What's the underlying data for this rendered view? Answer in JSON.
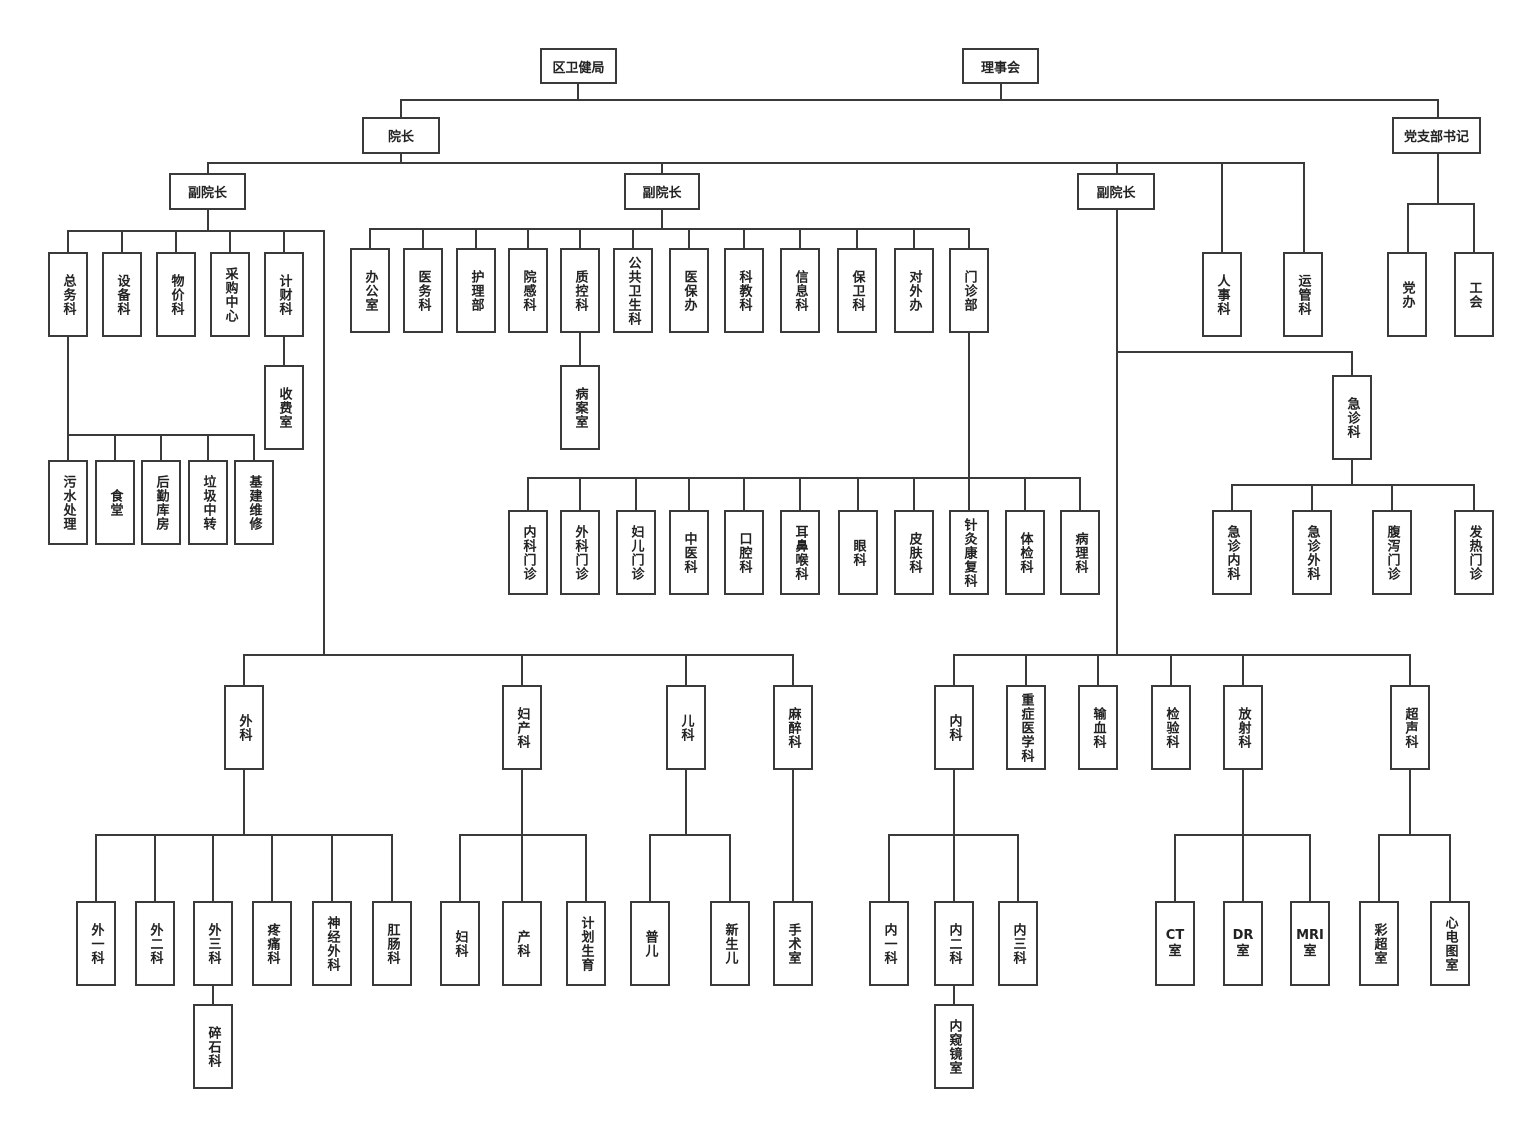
{
  "colors": {
    "line": "#3a3a3a",
    "box_border": "#3a3a3a",
    "text": "#222222",
    "background": "#ffffff"
  },
  "nodes": {
    "qwjj": "区卫健局",
    "lsh": "理事会",
    "yz": "院长",
    "dzbsj": "党支部书记",
    "fyz1": "副院长",
    "fyz2": "副院长",
    "fyz3": "副院长",
    "zwk": "总务科",
    "sbk": "设备科",
    "wjk": "物价科",
    "cgzx": "采购中心",
    "jck": "计财科",
    "sfs": "收费室",
    "wscl": "污水处理",
    "st": "食堂",
    "hqkf": "后勤库房",
    "ljzz": "垃圾中转",
    "jjwx": "基建维修",
    "bgs": "办公室",
    "ywk": "医务科",
    "hlb": "护理部",
    "ygk": "院感科",
    "zkk": "质控科",
    "ggws": "公共卫生科",
    "ybb": "医保办",
    "kjk": "科教科",
    "xxk": "信息科",
    "bwk": "保卫科",
    "dwb": "对外办",
    "mzb": "门诊部",
    "bas": "病案室",
    "nkmz": "内科门诊",
    "wkmz": "外科门诊",
    "femz": "妇儿门诊",
    "zy": "中医科",
    "kq": "口腔科",
    "ebh": "耳鼻喉科",
    "yk": "眼科",
    "pf": "皮肤科",
    "zjkf": "针灸康复科",
    "tj": "体检科",
    "bl": "病理科",
    "rsk": "人事科",
    "ygk2": "运管科",
    "db": "党办",
    "gh": "工会",
    "jzk": "急诊科",
    "jznk": "急诊内科",
    "jzwk": "急诊外科",
    "fxmz": "腹泻门诊",
    "frmz": "发热门诊",
    "wk": "外科",
    "fck": "妇产科",
    "ek": "儿科",
    "mzk": "麻醉科",
    "wk1": "外一科",
    "wk2": "外二科",
    "wk3": "外三科",
    "ttk": "疼痛科",
    "sjwk": "神经外科",
    "gck": "肛肠科",
    "sqk": "碎石科",
    "fk": "妇科",
    "ck": "产科",
    "jhsy": "计划生育",
    "pe": "普儿",
    "xse": "新生儿",
    "sss": "手术室",
    "nk": "内科",
    "zzyx": "重症医学科",
    "sxk": "输血科",
    "jyk": "检验科",
    "fsk": "放射科",
    "csk": "超声科",
    "nk1": "内一科",
    "nk2": "内二科",
    "nk3": "内三科",
    "nkjs": "内窥镜室",
    "ct": "CT室",
    "dr": "DR室",
    "mr": "MRI室",
    "ccs": "彩超室",
    "xdt": "心电图室"
  }
}
